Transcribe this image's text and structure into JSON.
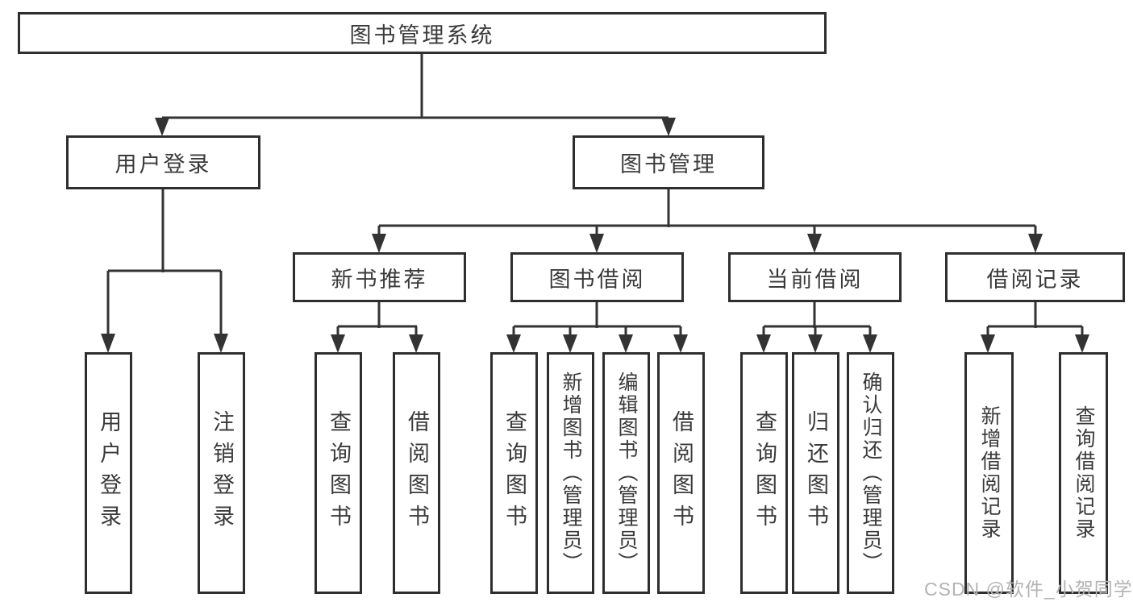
{
  "tree": {
    "label": "图书管理系统",
    "children": [
      {
        "label": "用户登录",
        "children": [
          {
            "label": "用户登录"
          },
          {
            "label": "注销登录"
          }
        ]
      },
      {
        "label": "图书管理",
        "children": [
          {
            "label": "新书推荐",
            "children": [
              {
                "label": "查询图书"
              },
              {
                "label": "借阅图书"
              }
            ]
          },
          {
            "label": "图书借阅",
            "children": [
              {
                "label": "查询图书"
              },
              {
                "label": "新增图书（管理员）"
              },
              {
                "label": "编辑图书（管理员）"
              },
              {
                "label": "借阅图书"
              }
            ]
          },
          {
            "label": "当前借阅",
            "children": [
              {
                "label": "查询图书"
              },
              {
                "label": "归还图书"
              },
              {
                "label": "确认归还（管理员）"
              }
            ]
          },
          {
            "label": "借阅记录",
            "children": [
              {
                "label": "新增借阅记录"
              },
              {
                "label": "查询借阅记录"
              }
            ]
          }
        ]
      }
    ]
  },
  "watermark": {
    "text": "CSDN @软件_小贺同学"
  },
  "colors": {
    "line": "#333333",
    "box_border": "#2e2e2e",
    "text": "#3a3a3a",
    "watermark": "#b3b3b3"
  }
}
